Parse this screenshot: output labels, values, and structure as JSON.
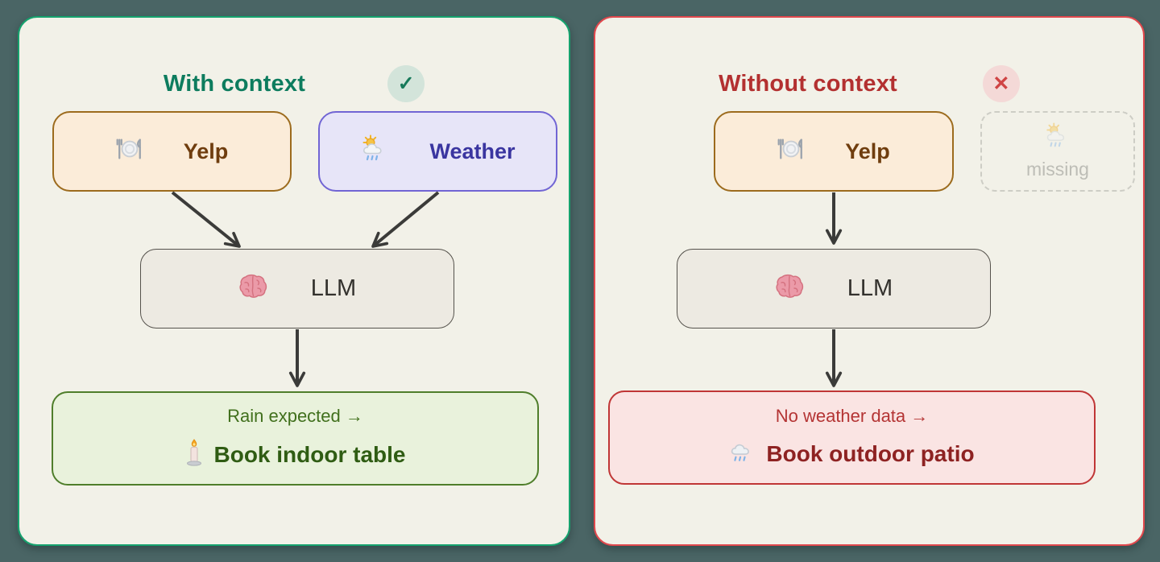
{
  "left_panel": {
    "title": "With context",
    "status_icon": "check-circle",
    "status_glyph": "✓",
    "sources": [
      {
        "icon": "fork-knife-plate",
        "label": "Yelp"
      },
      {
        "icon": "sun-behind-rain-cloud",
        "label": "Weather"
      }
    ],
    "llm": {
      "icon": "brain",
      "label": "LLM"
    },
    "result": {
      "line1": "Rain expected →",
      "icon": "candle",
      "line2": "Book indoor table"
    }
  },
  "right_panel": {
    "title": "Without context",
    "status_icon": "x-circle",
    "status_glyph": "✕",
    "sources": [
      {
        "icon": "fork-knife-plate",
        "label": "Yelp"
      }
    ],
    "missing": {
      "icon": "sun-behind-rain-cloud",
      "label": "missing"
    },
    "llm": {
      "icon": "brain",
      "label": "LLM"
    },
    "result": {
      "line1": "No weather data →",
      "icon": "rain-cloud",
      "line2": "Book outdoor patio"
    }
  },
  "colors": {
    "page_background": "#4a6565",
    "panel_background": "#f2f1e8",
    "left_accent": "#16a26e",
    "right_accent": "#e0484d",
    "left_title": "#0d7c5e",
    "right_title": "#b33030",
    "yelp_border": "#9c6b1d",
    "weather_border": "#7165d4",
    "llm_border": "#55524c",
    "good_result_border": "#4f7e2b",
    "bad_result_border": "#c03636",
    "arrow": "#3b3b39"
  }
}
